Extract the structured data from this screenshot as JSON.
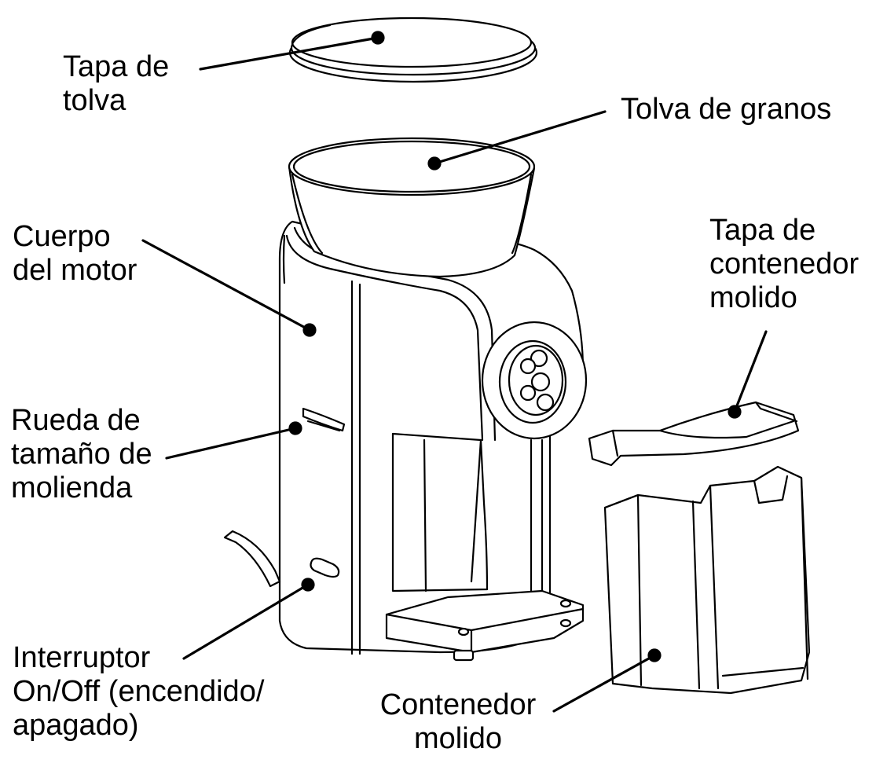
{
  "colors": {
    "ink": "#000000",
    "paper": "#ffffff"
  },
  "labels": {
    "hopper_lid": [
      "Tapa de",
      "tolva"
    ],
    "bean_hopper": [
      "Tolva de granos"
    ],
    "motor_body": [
      "Cuerpo",
      "del motor"
    ],
    "container_lid": [
      "Tapa de",
      "contenedor",
      "molido"
    ],
    "grind_wheel": [
      "Rueda de",
      "tamaño de",
      "molienda"
    ],
    "switch": [
      "Interruptor",
      "On/Off (encendido/",
      "apagado)"
    ],
    "ground_container": [
      "Contenedor",
      "molido"
    ]
  }
}
